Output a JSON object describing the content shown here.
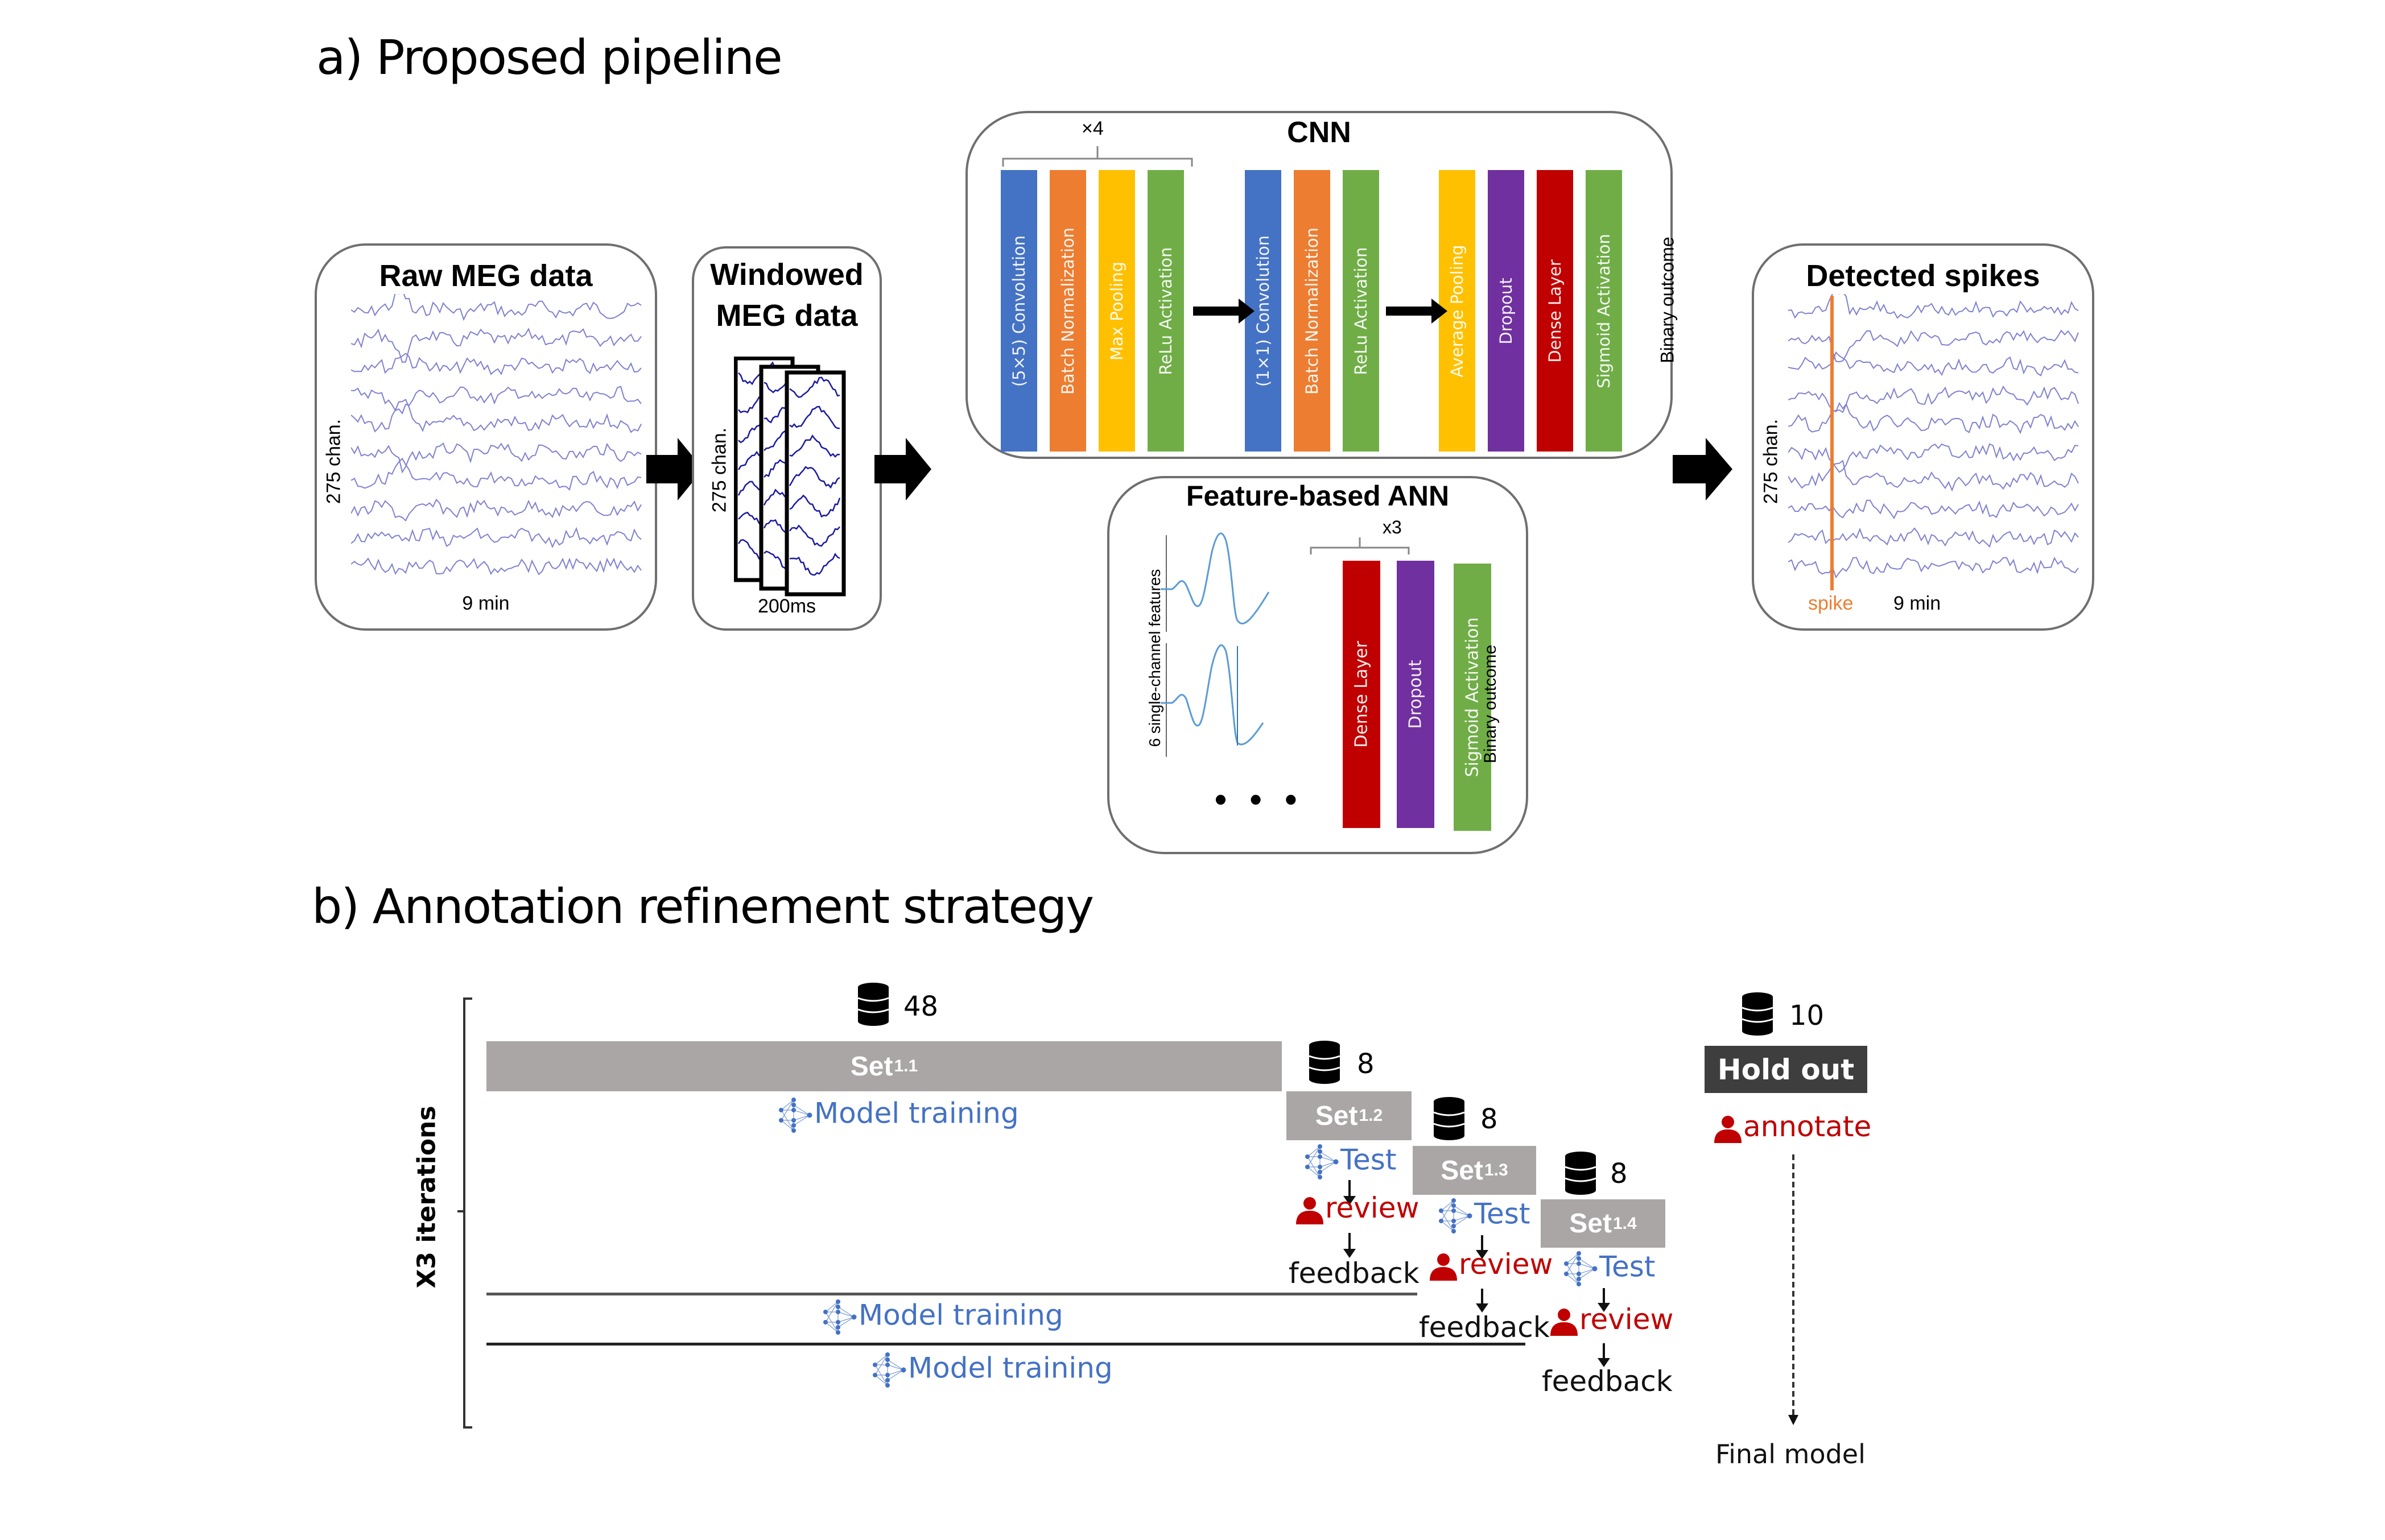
{
  "part_a": {
    "title": "a) Proposed pipeline",
    "raw_meg": {
      "title": "Raw MEG data",
      "y_label": "275 chan.",
      "x_label": "9 min"
    },
    "windowed_meg": {
      "title_line1": "Windowed",
      "title_line2": "MEG data",
      "y_label": "275 chan.",
      "x_label": "200ms"
    },
    "cnn": {
      "title": "CNN",
      "repeat_label": "×4",
      "block1": [
        {
          "label": "(5×5) Convolution",
          "color": "#4472c4"
        },
        {
          "label": "Batch Normalization",
          "color": "#ed7d31"
        },
        {
          "label": "Max Pooling",
          "color": "#ffc000"
        },
        {
          "label": "ReLu Activation",
          "color": "#70ad47"
        }
      ],
      "block2": [
        {
          "label": "(1×1) Convolution",
          "color": "#4472c4"
        },
        {
          "label": "Batch Normalization",
          "color": "#ed7d31"
        },
        {
          "label": "ReLu Activation",
          "color": "#70ad47"
        }
      ],
      "block3": [
        {
          "label": "Average Pooling",
          "color": "#ffc000"
        },
        {
          "label": "Dropout",
          "color": "#7030a0"
        },
        {
          "label": "Dense Layer",
          "color": "#c00000"
        },
        {
          "label": "Sigmoid Activation",
          "color": "#70ad47"
        }
      ],
      "outcome": "Binary outcome"
    },
    "ann": {
      "title": "Feature-based ANN",
      "features_label": "6 single-channel features",
      "ellipsis": "• • •",
      "repeat_label": "x3",
      "layers": [
        {
          "label": "Dense Layer",
          "color": "#c00000"
        },
        {
          "label": "Dropout",
          "color": "#7030a0"
        },
        {
          "label": "Sigmoid Activation",
          "color": "#70ad47"
        }
      ],
      "outcome": "Binary outcome"
    },
    "detected": {
      "title": "Detected spikes",
      "y_label": "275 chan.",
      "spike_label": "spike",
      "x_label": "9 min",
      "spike_color": "#ed7d31"
    }
  },
  "part_b": {
    "title": "b) Annotation refinement strategy",
    "iterations_label": "X3 iterations",
    "sets": [
      {
        "name": "Set",
        "sub": "1.1",
        "count": "48"
      },
      {
        "name": "Set",
        "sub": "1.2",
        "count": "8"
      },
      {
        "name": "Set",
        "sub": "1.3",
        "count": "8"
      },
      {
        "name": "Set",
        "sub": "1.4",
        "count": "8"
      }
    ],
    "holdout": {
      "label": "Hold out",
      "count": "10",
      "action": "annotate",
      "result": "Final model"
    },
    "model_training": "Model training",
    "test": "Test",
    "review": "review",
    "feedback": "feedback",
    "colors": {
      "set_bar": "#a9a6a5",
      "holdout_bar": "#3e3e3e",
      "model": "#4472c4",
      "human": "#c00000"
    }
  }
}
